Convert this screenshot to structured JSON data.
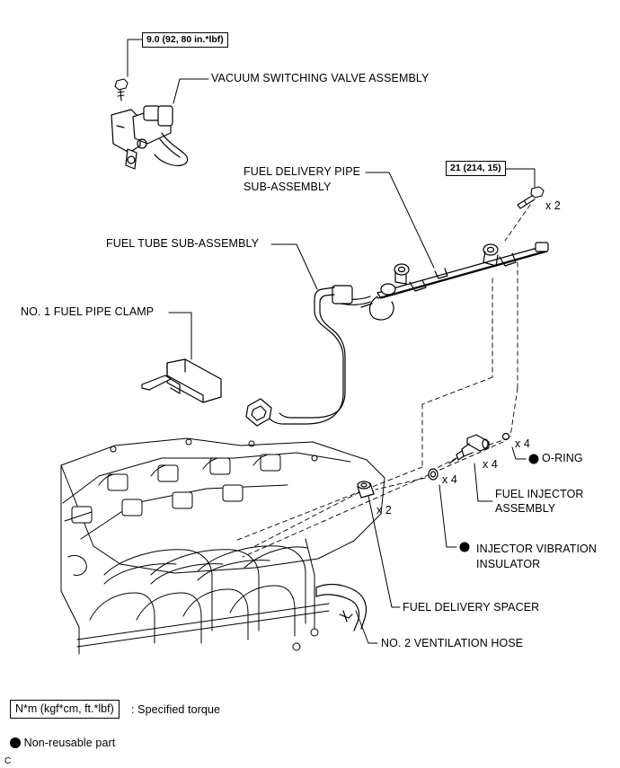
{
  "torques": {
    "vsv_bolt": "9.0 (92, 80 in.*lbf)",
    "pipe_bolt": "21 (214, 15)"
  },
  "labels": {
    "vsv": "VACUUM SWITCHING VALVE ASSEMBLY",
    "fuel_pipe_line1": "FUEL DELIVERY PIPE",
    "fuel_pipe_line2": "SUB-ASSEMBLY",
    "fuel_tube": "FUEL TUBE SUB-ASSEMBLY",
    "clamp": "NO. 1 FUEL PIPE CLAMP",
    "oring": "O-RING",
    "injector_line1": "FUEL INJECTOR",
    "injector_line2": "ASSEMBLY",
    "insulator_line1": "INJECTOR VIBRATION",
    "insulator_line2": "INSULATOR",
    "spacer": "FUEL DELIVERY SPACER",
    "hose": "NO. 2 VENTILATION HOSE"
  },
  "quantities": {
    "pipe_bolt": "x 2",
    "oring": "x 4",
    "injector": "x 4",
    "insulator": "x 4",
    "spacer": "x 2"
  },
  "legend": {
    "torque_box": "N*m (kgf*cm, ft.*lbf)",
    "torque_text": ": Specified torque",
    "nonreusable_text": "Non-reusable part"
  },
  "footer_code": "C"
}
